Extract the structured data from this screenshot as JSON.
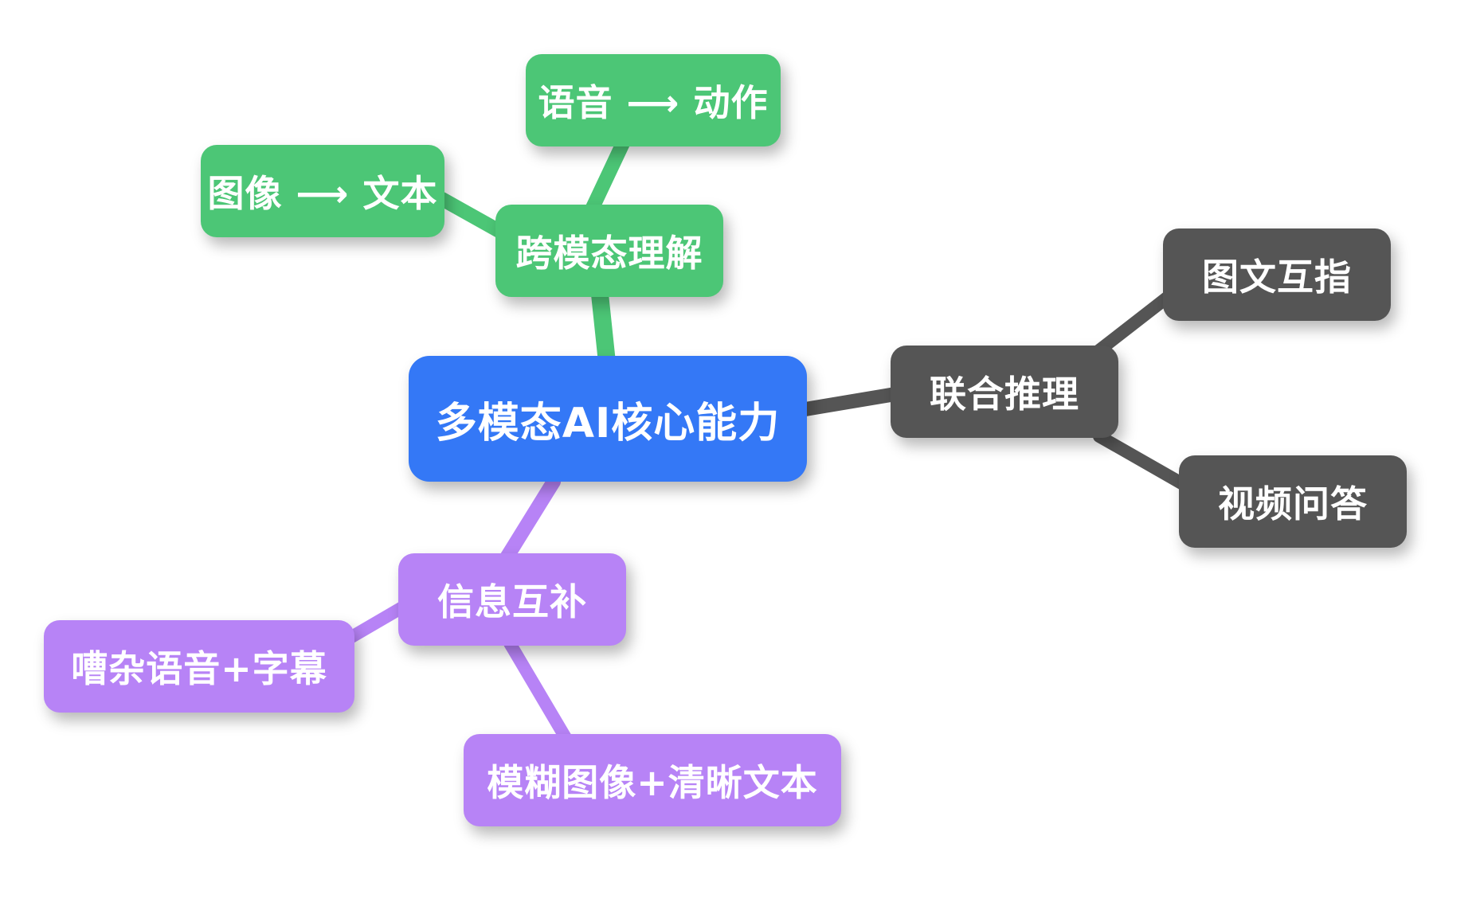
{
  "mindmap": {
    "root": {
      "label": "多模态AI核心能力",
      "color": "#3478f6"
    },
    "branches": {
      "cross_modal": {
        "label": "跨模态理解",
        "color": "#4cc676",
        "children": {
          "speech_to_action": "语音 ⟶ 动作",
          "image_to_text": "图像 ⟶ 文本"
        }
      },
      "joint_reasoning": {
        "label": "联合推理",
        "color": "#555555",
        "children": {
          "image_text_reference": "图文互指",
          "video_qa": "视频问答"
        }
      },
      "complementary": {
        "label": "信息互补",
        "color": "#b783f6",
        "children": {
          "noisy_speech_subtitles": "嘈杂语音+字幕",
          "blurry_image_clear_text": "模糊图像+清晰文本"
        }
      }
    }
  }
}
